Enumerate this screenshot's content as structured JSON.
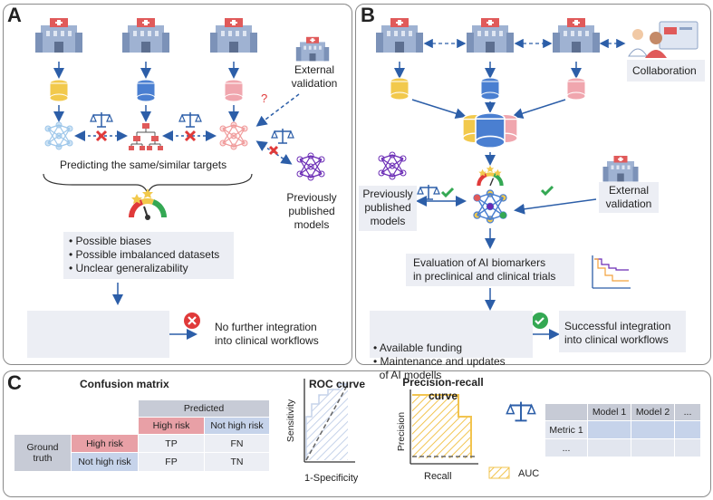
{
  "panel_a": {
    "label": "A",
    "external_validation": [
      "External",
      "validation"
    ],
    "question_mark": "?",
    "predicting_text": "Predicting the same/similar targets",
    "previously_published": [
      "Previously",
      "published",
      "models"
    ],
    "bullets": [
      "• Possible biases",
      "• Possible imbalanced datasets",
      "• Unclear generalizability"
    ],
    "outcome": [
      "No further integration",
      "into clinical workflows"
    ]
  },
  "panel_b": {
    "label": "B",
    "collaboration": "Collaboration",
    "previously_published": [
      "Previously",
      "published",
      "models"
    ],
    "external_validation": [
      "External",
      "validation"
    ],
    "evaluation": [
      "Evaluation of AI biomarkers",
      "in preclinical and clinical trials"
    ],
    "bullets": [
      "• Available funding",
      "• Maintenance and updates",
      "  of AI modells"
    ],
    "outcome": [
      "Successful integration",
      "into clinical workflows"
    ]
  },
  "panel_c": {
    "label": "C",
    "confusion_title": "Confusion matrix",
    "predicted": "Predicted",
    "high_risk": "High risk",
    "not_high_risk": "Not high risk",
    "ground_truth": [
      "Ground",
      "truth"
    ],
    "tp": "TP",
    "fn": "FN",
    "fp": "FP",
    "tn": "TN",
    "roc_title": "ROC curve",
    "sensitivity": "Sensitivity",
    "specificity": "1-Specificity",
    "pr_title": [
      "Precision-recall",
      "curve"
    ],
    "precision": "Precision",
    "recall": "Recall",
    "auc": "AUC",
    "table_headers": [
      "Model 1",
      "Model 2",
      "..."
    ],
    "table_rows": [
      "Metric 1",
      "..."
    ]
  },
  "colors": {
    "hospital_blue": "#8fa4c6",
    "hospital_red": "#e05a5a",
    "db_yellow": "#f2c94c",
    "db_blue": "#4a7fd1",
    "db_pink": "#f0a6ae",
    "arrow_blue": "#2c5ea8",
    "network_purple": "#6a2bb5",
    "red_cross": "#e03a3a",
    "green_check": "#34a853",
    "pred_header": "#c7cbd6",
    "high_risk_red": "#e8a0a6",
    "not_high_blue": "#c6d3ea",
    "auc_orange": "#f2c44f"
  }
}
